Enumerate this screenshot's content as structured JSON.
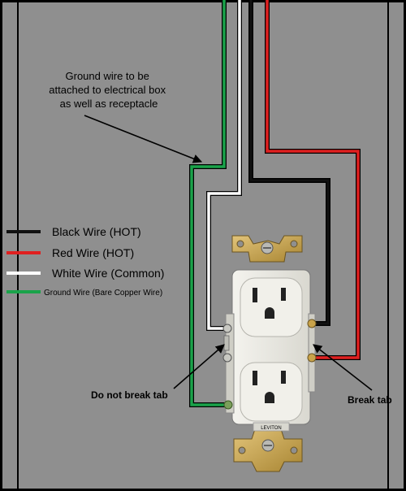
{
  "annotations": {
    "ground_note": [
      "Ground wire to be",
      "attached to electrical box",
      "as well as receptacle"
    ],
    "do_not_break_tab": "Do not break tab",
    "break_tab": "Break tab"
  },
  "legend": [
    {
      "label": "Black Wire (HOT)",
      "color": "#111111"
    },
    {
      "label": "Red Wire (HOT)",
      "color": "#e02020"
    },
    {
      "label": "White Wire (Common)",
      "color": "#ffffff"
    },
    {
      "label": "Ground Wire (Bare Copper Wire)",
      "color": "#1aa34a"
    }
  ],
  "receptacle": {
    "brand_mark": "LEVITON"
  },
  "colors": {
    "background": "#8f8f8f",
    "frame": "#000000",
    "black_wire": "#111111",
    "red_wire": "#e02020",
    "white_wire": "#ffffff",
    "ground_wire": "#1aa34a",
    "receptacle_body": "#ecebe4",
    "brass_strap": "#c9a34a"
  }
}
